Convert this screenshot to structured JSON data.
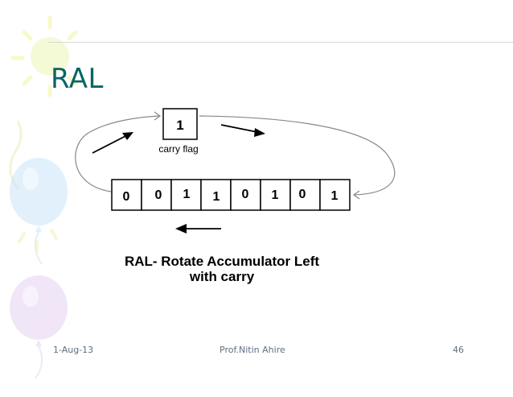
{
  "slide": {
    "title": "RAL",
    "carry_flag": {
      "value": "1",
      "label": "carry flag"
    },
    "bits": [
      "0",
      "0",
      "1",
      "1",
      "0",
      "1",
      "0",
      "1"
    ],
    "caption_line1": "RAL- Rotate Accumulator Left",
    "caption_line2": "with carry",
    "title_color": "#0c6466"
  },
  "footer": {
    "date": "1-Aug-13",
    "author": "Prof.Nitin Ahire",
    "page": "46"
  }
}
